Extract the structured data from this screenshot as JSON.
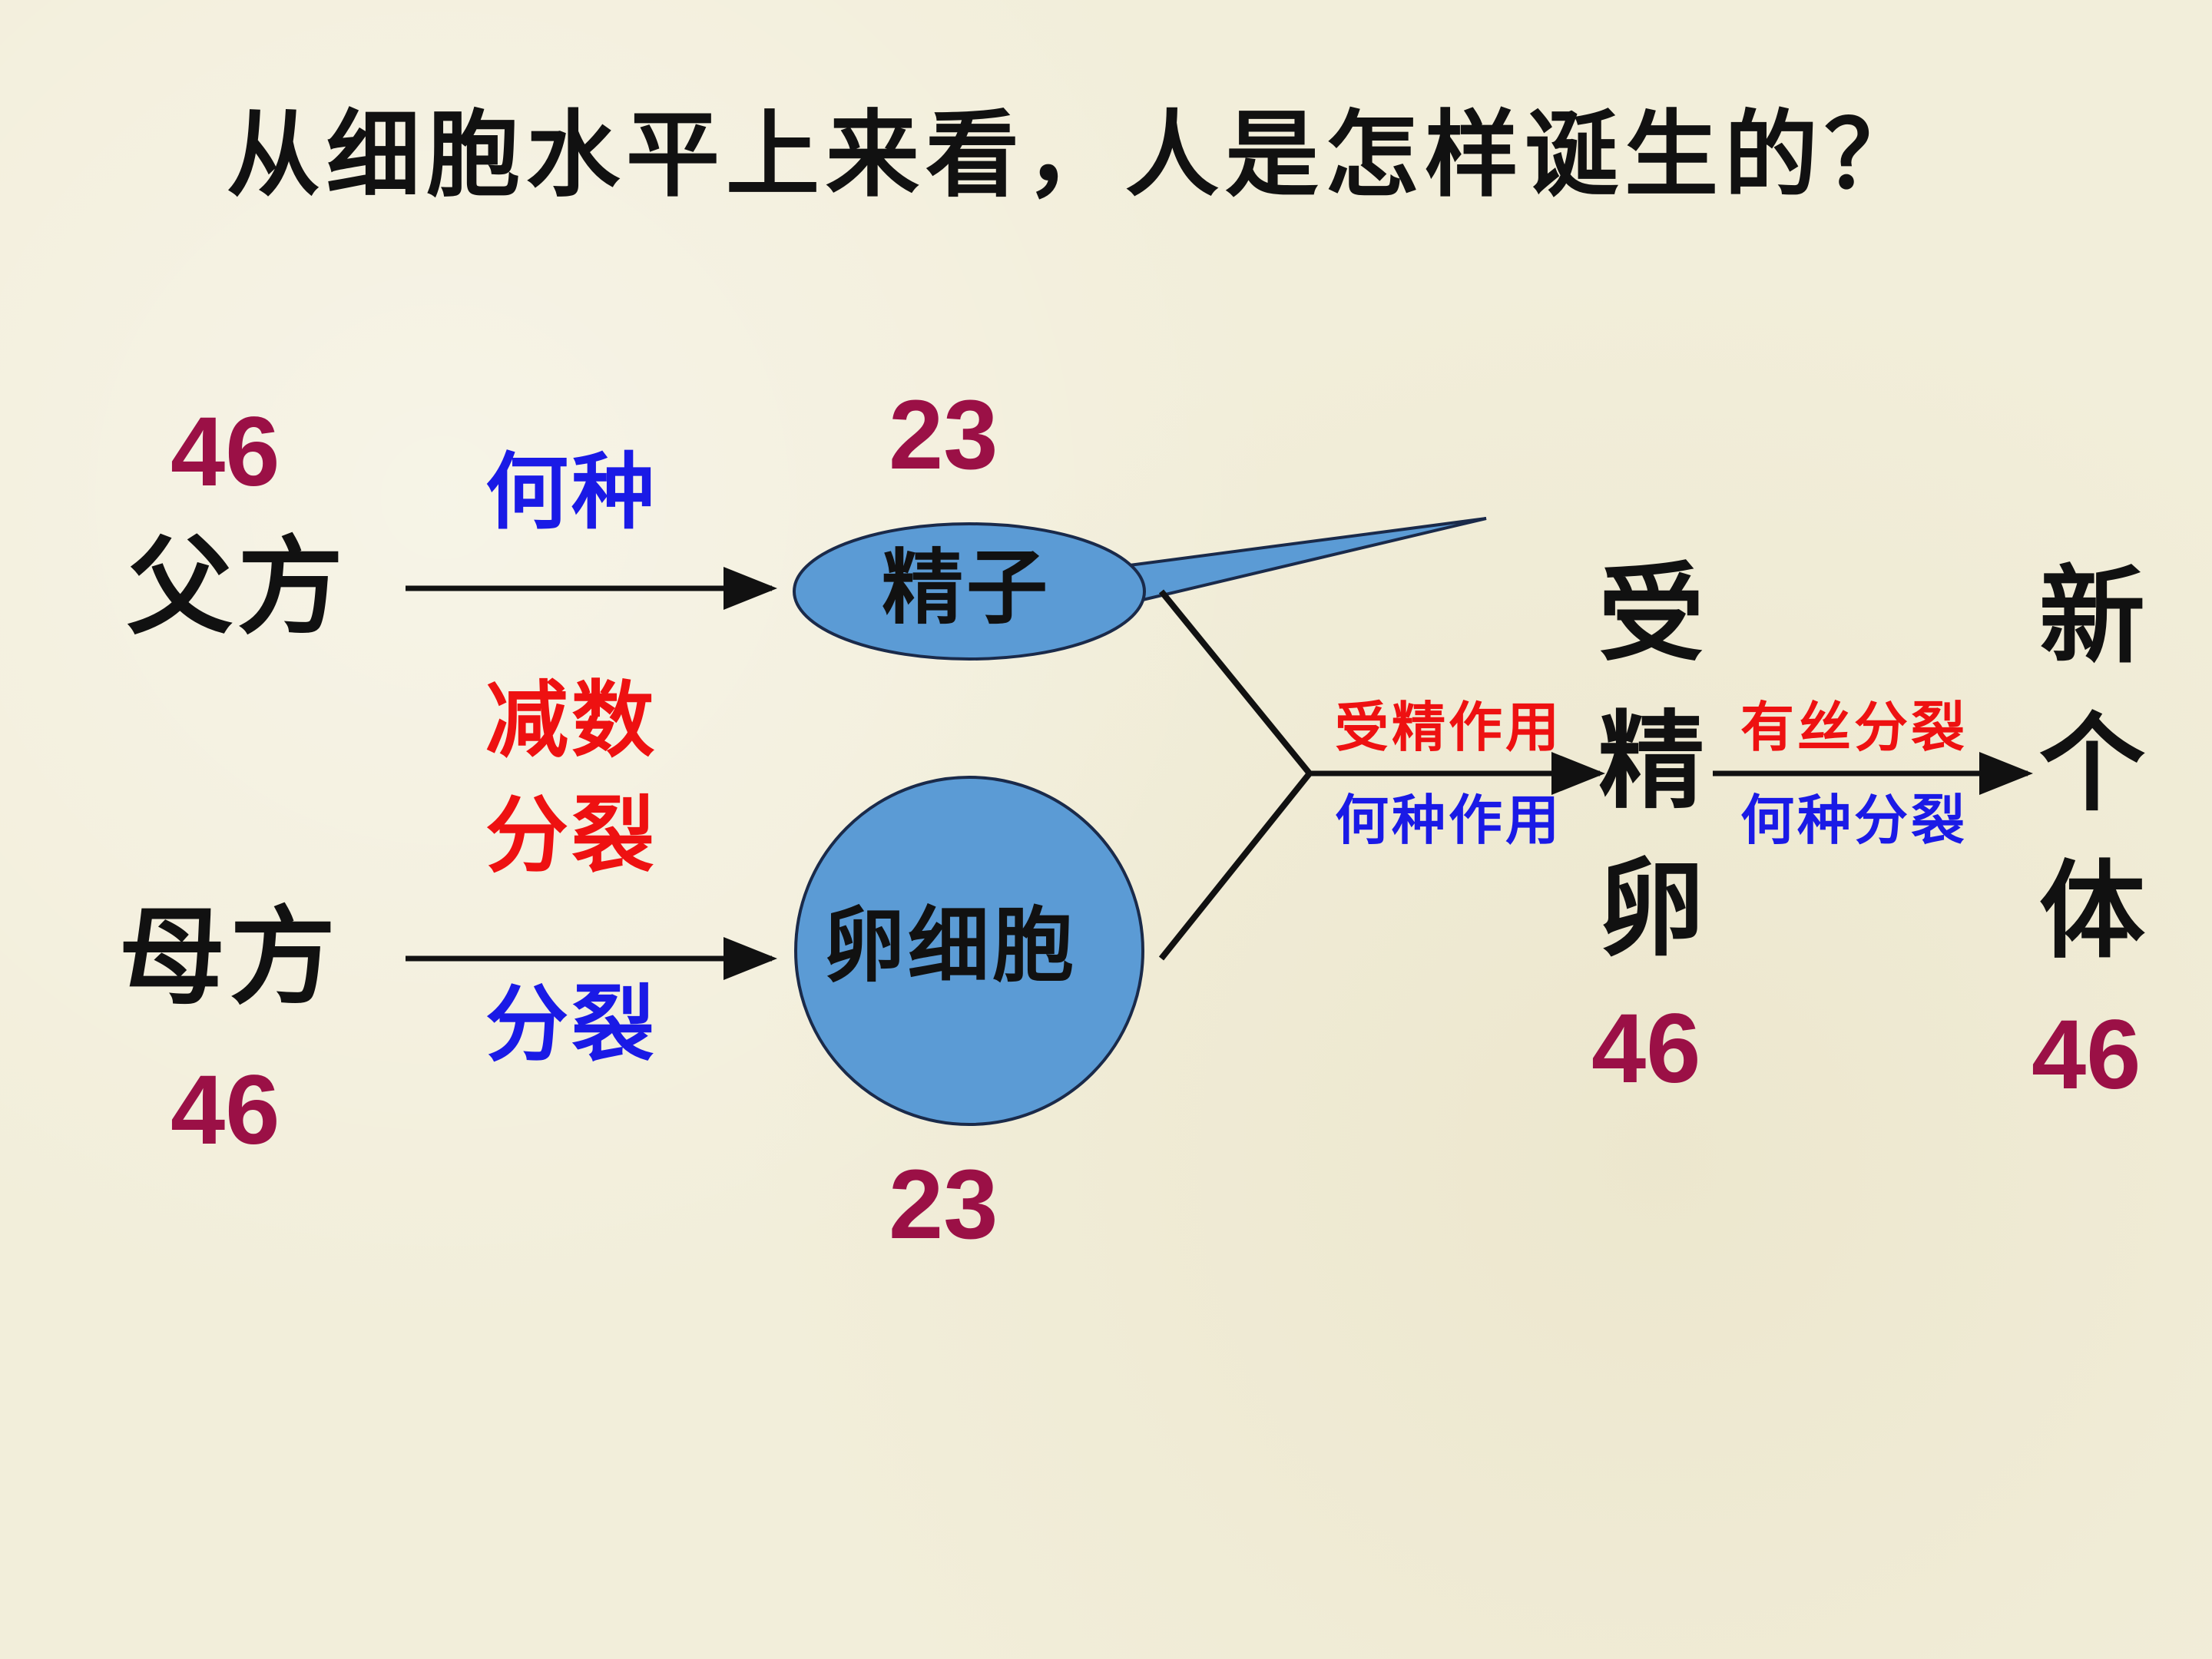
{
  "title": "从细胞水平上来看，人是怎样诞生的？",
  "colors": {
    "number": "#9b1046",
    "question": "#1a1ae6",
    "highlight": "#ee1111",
    "cell_fill": "#5b9bd5",
    "line": "#111111"
  },
  "father": {
    "label": "父方",
    "count": "46"
  },
  "mother": {
    "label": "母方",
    "count": "46"
  },
  "sperm": {
    "label": "精子",
    "count": "23"
  },
  "egg": {
    "label": "卵细胞",
    "count": "23"
  },
  "division_top_question": "何种",
  "division_answer_line1": "减数",
  "division_answer_line2": "分裂",
  "division_bottom_question": "分裂",
  "fertilization": {
    "answer": "受精作用",
    "question": "何种作用"
  },
  "zygote": {
    "chars": [
      "受",
      "精",
      "卵"
    ],
    "count": "46"
  },
  "mitosis": {
    "answer": "有丝分裂",
    "question": "何种分裂"
  },
  "individual": {
    "chars": [
      "新",
      "个",
      "体"
    ],
    "count": "46"
  }
}
